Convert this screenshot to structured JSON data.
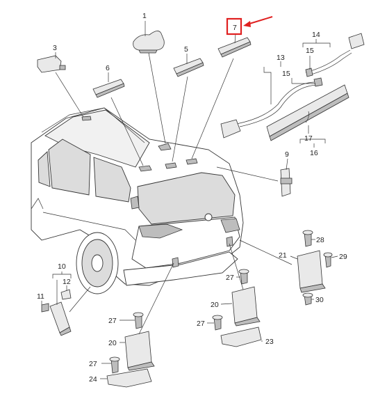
{
  "callouts": [
    {
      "id": "c1",
      "text": "1"
    },
    {
      "id": "c3",
      "text": "3"
    },
    {
      "id": "c5",
      "text": "5"
    },
    {
      "id": "c6",
      "text": "6"
    },
    {
      "id": "c7",
      "text": "7"
    },
    {
      "id": "c9",
      "text": "9"
    },
    {
      "id": "c10",
      "text": "10"
    },
    {
      "id": "c11",
      "text": "11"
    },
    {
      "id": "c12",
      "text": "12"
    },
    {
      "id": "c13",
      "text": "13"
    },
    {
      "id": "c14",
      "text": "14"
    },
    {
      "id": "c15a",
      "text": "15"
    },
    {
      "id": "c15b",
      "text": "15"
    },
    {
      "id": "c16",
      "text": "16"
    },
    {
      "id": "c17",
      "text": "17"
    },
    {
      "id": "c20a",
      "text": "20"
    },
    {
      "id": "c20b",
      "text": "20"
    },
    {
      "id": "c21",
      "text": "21"
    },
    {
      "id": "c23",
      "text": "23"
    },
    {
      "id": "c24",
      "text": "24"
    },
    {
      "id": "c27a",
      "text": "27"
    },
    {
      "id": "c27b",
      "text": "27"
    },
    {
      "id": "c27c",
      "text": "27"
    },
    {
      "id": "c27d",
      "text": "27"
    },
    {
      "id": "c28",
      "text": "28"
    },
    {
      "id": "c29",
      "text": "29"
    },
    {
      "id": "c30",
      "text": "30"
    }
  ],
  "highlight": {
    "part": "7",
    "box_color": "#e02020",
    "arrow_color": "#e02020"
  },
  "colors": {
    "line": "#333333",
    "part_fill": "#e9e9e9",
    "part_dark": "#bdbdbd",
    "background": "#ffffff"
  }
}
